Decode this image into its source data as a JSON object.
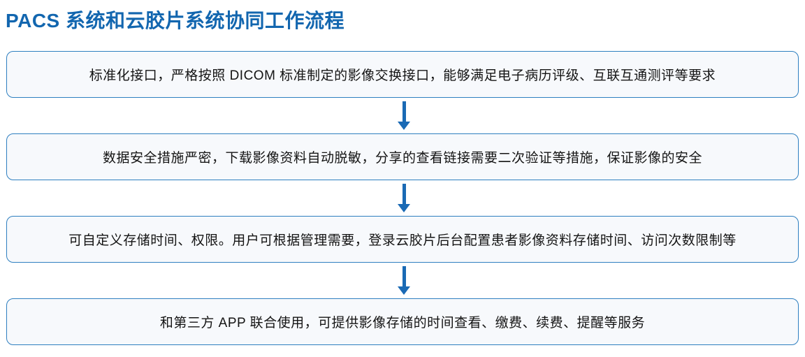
{
  "page": {
    "title": "PACS 系统和云胶片系统协同工作流程"
  },
  "flow": {
    "steps": [
      {
        "text": "标准化接口，严格按照 DICOM 标准制定的影像交换接口，能够满足电子病历评级、互联互通测评等要求"
      },
      {
        "text": "数据安全措施严密，下载影像资料自动脱敏，分享的查看链接需要二次验证等措施，保证影像的安全"
      },
      {
        "text": "可自定义存储时间、权限。用户可根据管理需要，登录云胶片后台配置患者影像资料存储时间、访问次数限制等"
      },
      {
        "text": "和第三方 APP 联合使用，可提供影像存储的时间查看、缴费、续费、提醒等服务"
      }
    ]
  },
  "colors": {
    "title": "#1266af",
    "box_border": "#2e7fc0",
    "box_fill": "#f7f9fc",
    "arrow": "#1a6ab5",
    "text": "#141414"
  }
}
